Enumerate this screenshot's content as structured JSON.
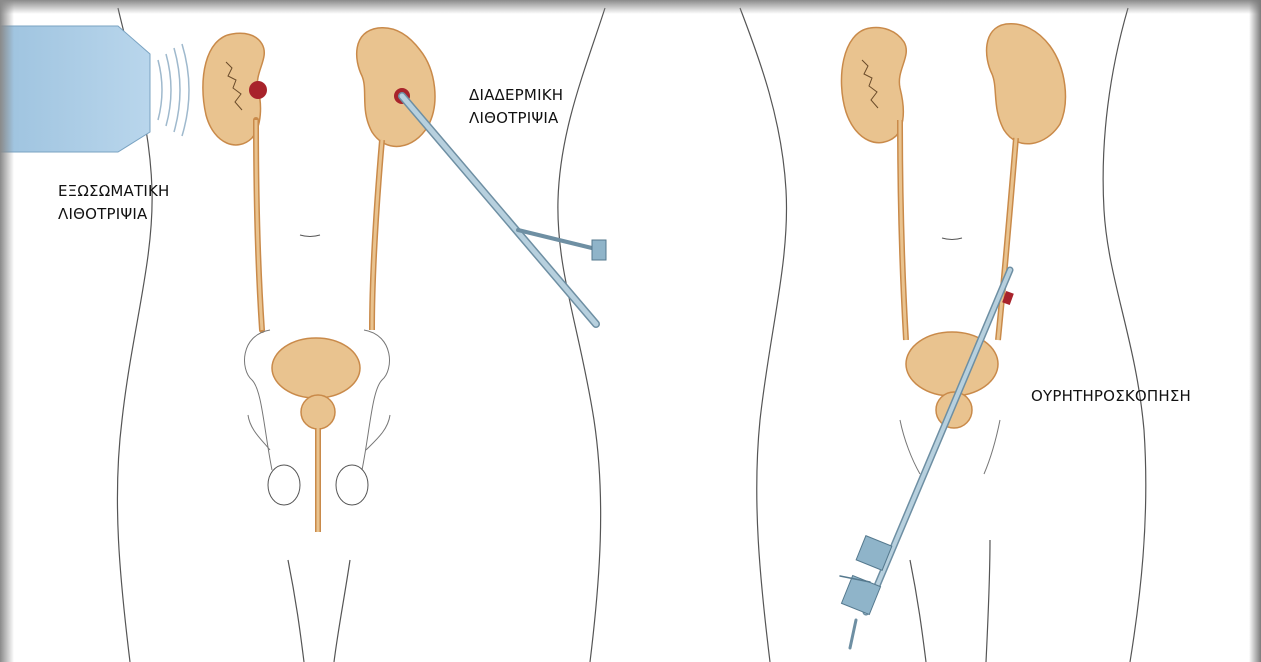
{
  "labels": {
    "eswt_line1": "ΕΞΩΣΩΜΑΤΙΚΗ",
    "eswt_line2": "ΛΙΘΟΤΡΙΨΙΑ",
    "pcnl_line1": "ΔΙΑΔΕΡΜΙΚΗ",
    "pcnl_line2": "ΛΙΘΟΤΡΙΨΙΑ",
    "ureteroscopy": "ΟΥΡΗΤΗΡΟΣΚΟΠΗΣΗ"
  },
  "colors": {
    "organ_fill": "#e9c38f",
    "organ_stroke": "#c98a4a",
    "stone": "#a8232b",
    "instrument": "#8fb4c9",
    "lithotripter": "#a9cbe5",
    "body_outline": "#555555"
  }
}
